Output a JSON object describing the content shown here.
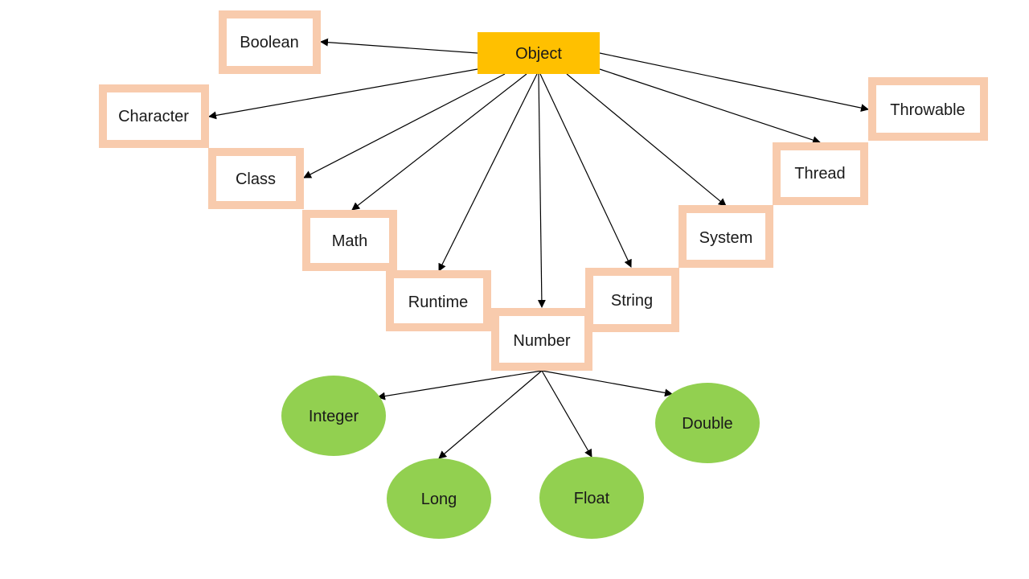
{
  "colors": {
    "root_fill": "#ffc000",
    "box_border": "#f8cbad",
    "box_fill": "#ffffff",
    "ellipse_fill": "#92d050",
    "edge": "#000000",
    "text": "#1a1a1a"
  },
  "nodes": {
    "object": "Object",
    "boolean": "Boolean",
    "character": "Character",
    "class": "Class",
    "math": "Math",
    "runtime": "Runtime",
    "number": "Number",
    "string": "String",
    "system": "System",
    "thread": "Thread",
    "throwable": "Throwable",
    "integer": "Integer",
    "long": "Long",
    "float": "Float",
    "double": "Double"
  },
  "edges": [
    {
      "from": "object",
      "to": "boolean"
    },
    {
      "from": "object",
      "to": "character"
    },
    {
      "from": "object",
      "to": "class"
    },
    {
      "from": "object",
      "to": "math"
    },
    {
      "from": "object",
      "to": "runtime"
    },
    {
      "from": "object",
      "to": "number"
    },
    {
      "from": "object",
      "to": "string"
    },
    {
      "from": "object",
      "to": "system"
    },
    {
      "from": "object",
      "to": "thread"
    },
    {
      "from": "object",
      "to": "throwable"
    },
    {
      "from": "number",
      "to": "integer"
    },
    {
      "from": "number",
      "to": "long"
    },
    {
      "from": "number",
      "to": "float"
    },
    {
      "from": "number",
      "to": "double"
    }
  ]
}
